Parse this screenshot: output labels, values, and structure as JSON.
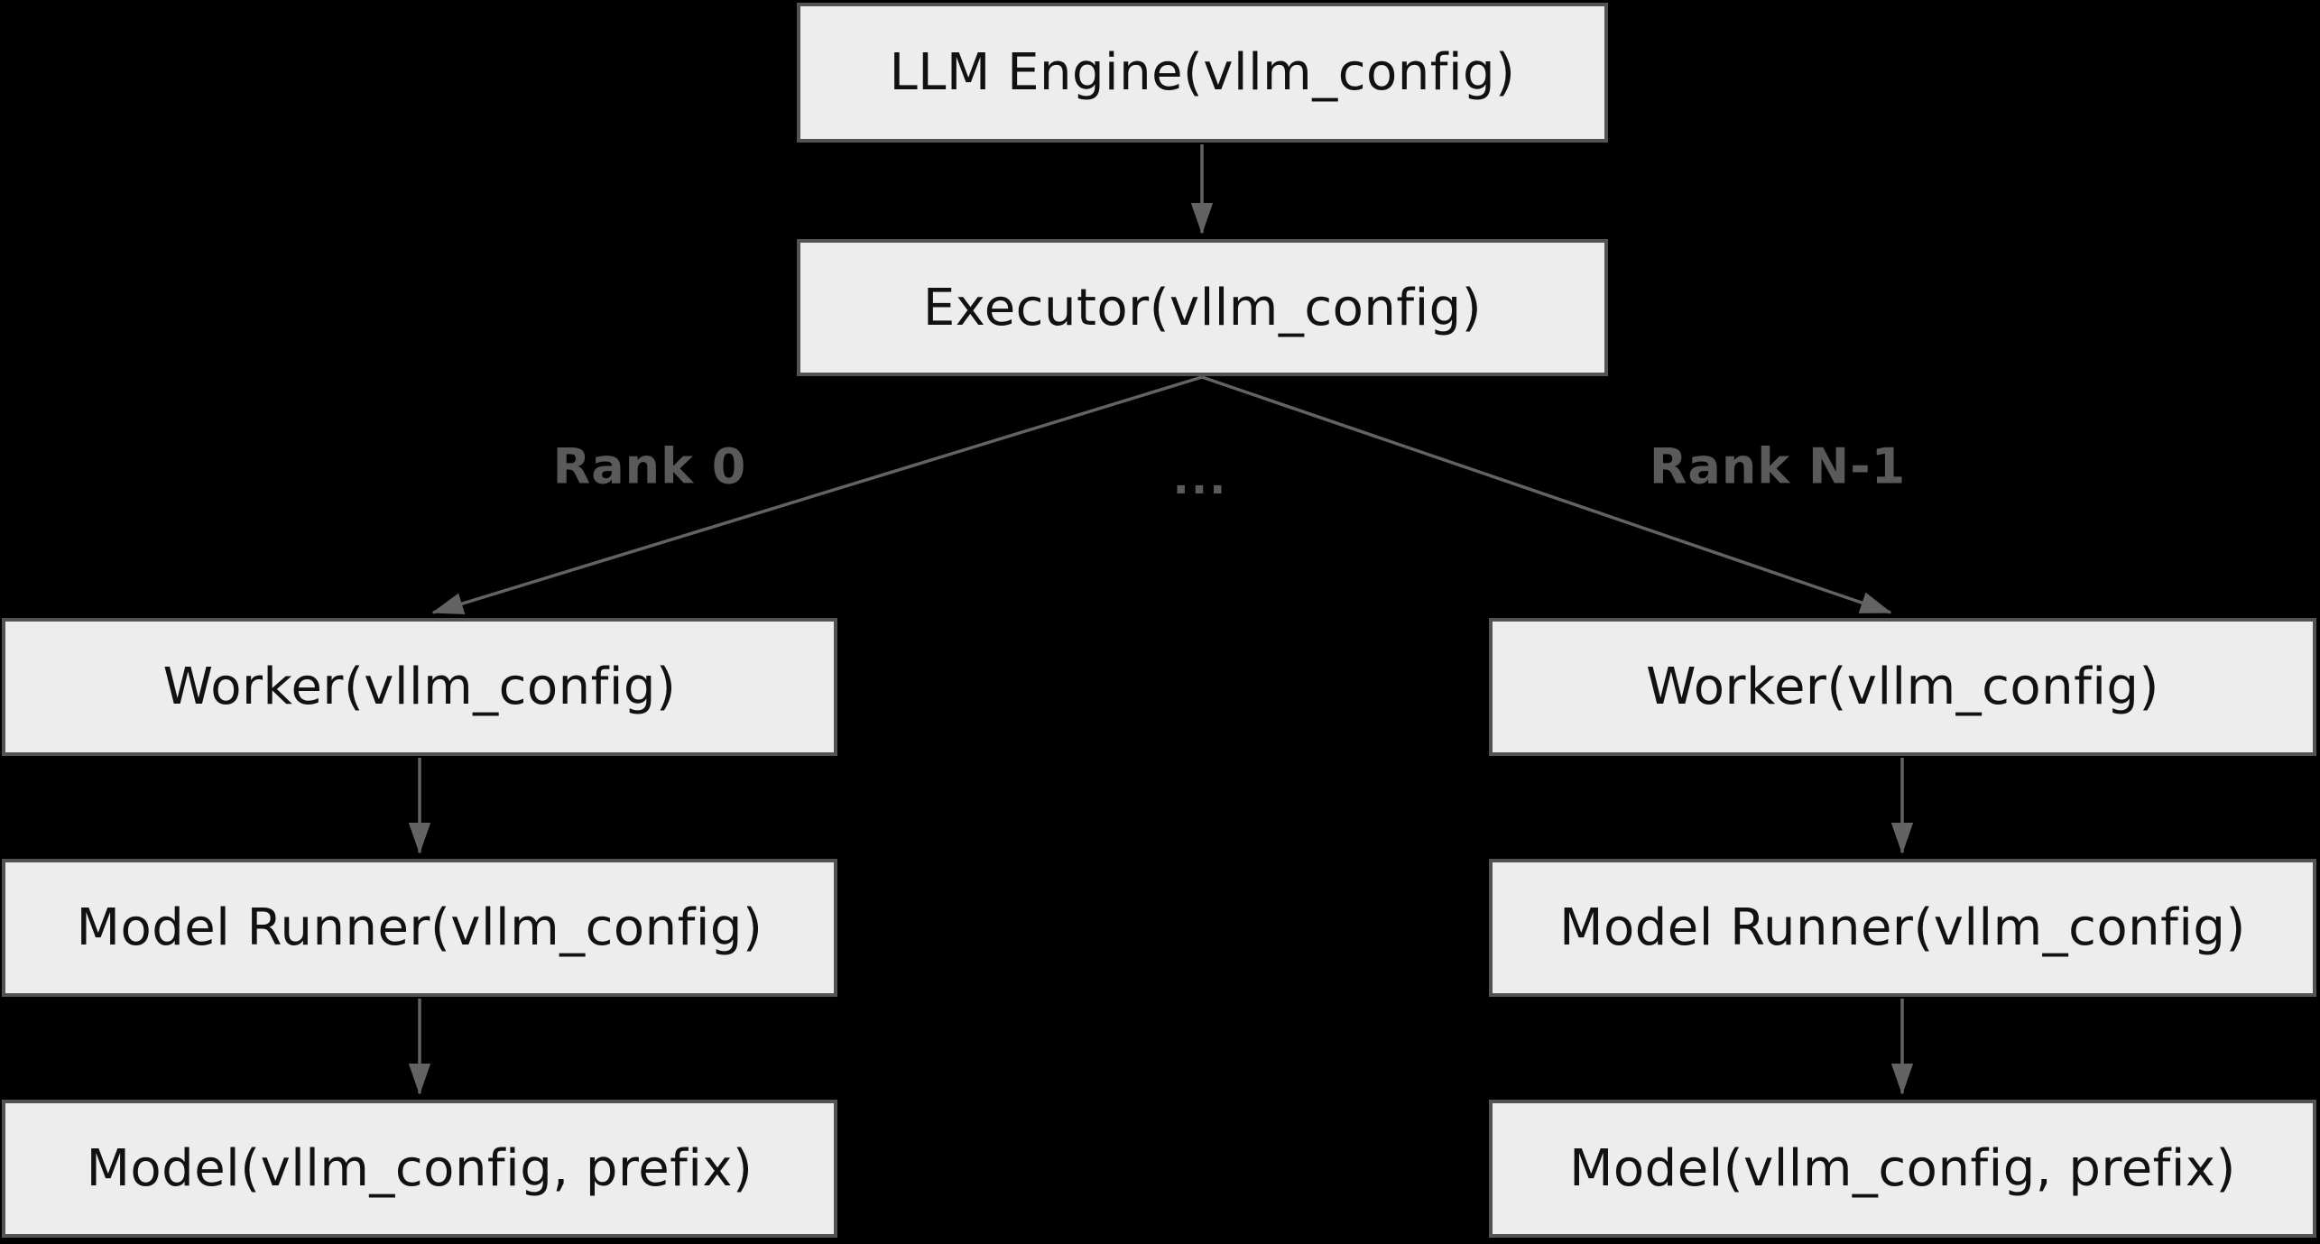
{
  "colors": {
    "background": "#000000",
    "box_fill": "#ededed",
    "box_border": "#535353",
    "box_text": "#111111",
    "arrow_color": "#636363",
    "label_color": "#5a5a5a"
  },
  "nodes": {
    "llm_engine": "LLM Engine(vllm_config)",
    "executor": "Executor(vllm_config)",
    "worker_left": "Worker(vllm_config)",
    "worker_right": "Worker(vllm_config)",
    "model_runner_left": "Model Runner(vllm_config)",
    "model_runner_right": "Model Runner(vllm_config)",
    "model_left": "Model(vllm_config, prefix)",
    "model_right": "Model(vllm_config, prefix)"
  },
  "edge_labels": {
    "rank_0": "Rank 0",
    "ellipsis": "...",
    "rank_n": "Rank N-1"
  }
}
